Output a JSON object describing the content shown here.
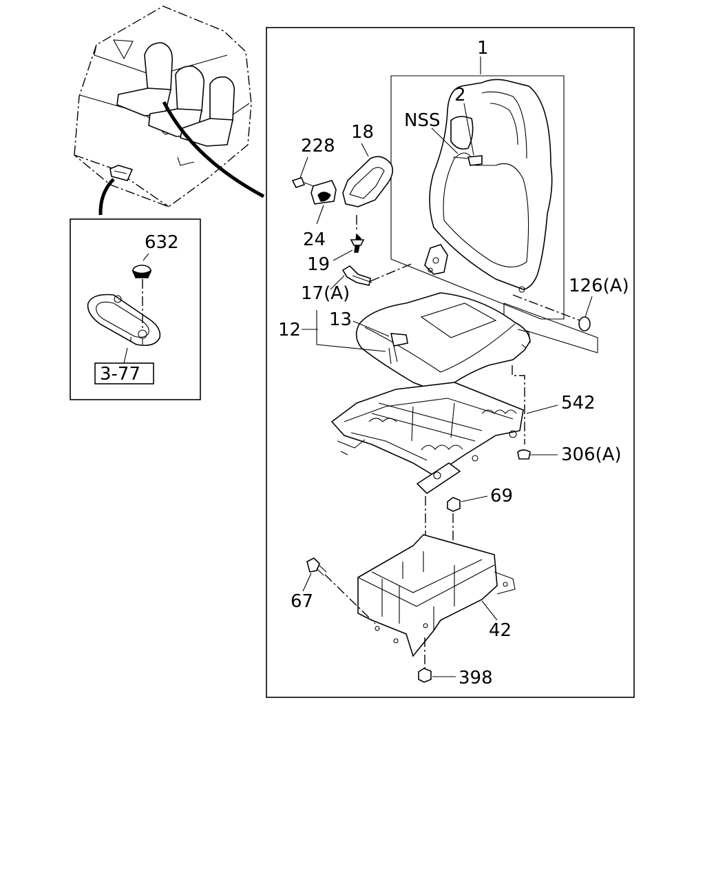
{
  "diagram": {
    "callouts": {
      "c1": "1",
      "c2": "2",
      "nss": "NSS",
      "c18": "18",
      "c228": "228",
      "c24": "24",
      "c19": "19",
      "c17a": "17(A)",
      "c126a": "126(A)",
      "c12": "12",
      "c13": "13",
      "c542": "542",
      "c306a": "306(A)",
      "c69": "69",
      "c67": "67",
      "c42": "42",
      "c398": "398",
      "c632": "632",
      "ref377": "3-77"
    }
  }
}
